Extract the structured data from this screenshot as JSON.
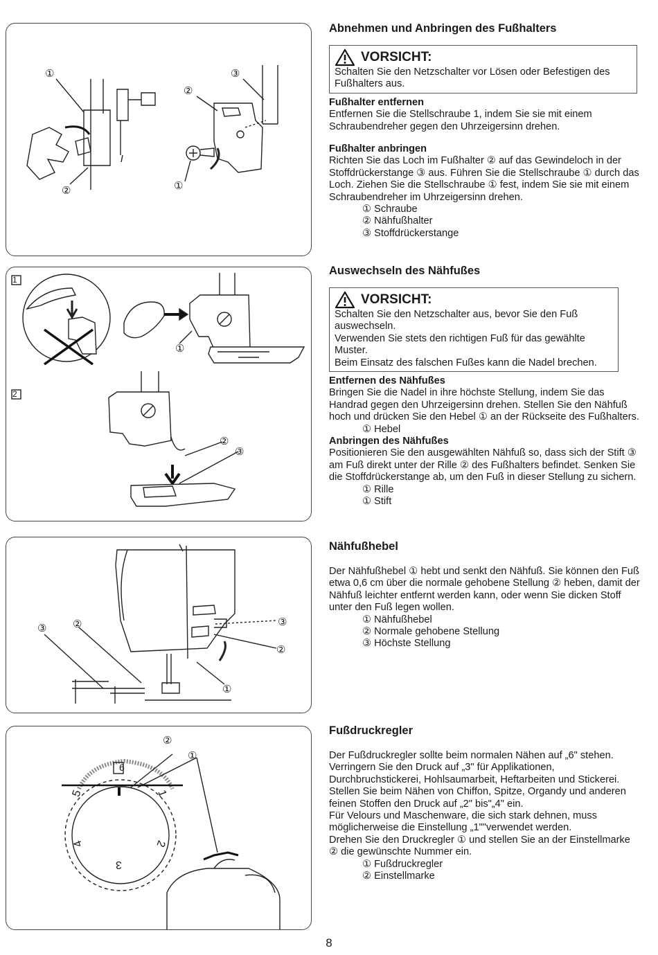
{
  "sections": [
    {
      "title": "Abnehmen und Anbringen des Fußhalters",
      "caution": {
        "label": "VORSICHT:",
        "text": "Schalten Sie den Netzschalter vor Lösen oder Befestigen des Fußhalters aus."
      },
      "blocks": [
        {
          "heading": "Fußhalter entfernen",
          "text": "Entfernen Sie die Stellschraube 1, indem Sie sie mit einem Schraubendreher gegen den Uhrzeigersinn drehen."
        },
        {
          "heading": "Fußhalter anbringen",
          "text": "Richten Sie das Loch im Fußhalter ② auf das Gewindeloch in der Stoffdrückerstange ③ aus. Führen Sie die Stellschraube ① durch das Loch. Ziehen Sie die Stellschraube ① fest, indem Sie sie mit einem Schraubendreher im Uhrzeigersinn drehen."
        }
      ],
      "items": [
        "① Schraube",
        "② Nähfußhalter",
        "③ Stoffdrückerstange"
      ]
    },
    {
      "title": "Auswechseln des Nähfußes",
      "caution": {
        "label": "VORSICHT:",
        "lines": [
          "Schalten Sie den Netzschalter aus, bevor Sie den Fuß auswechseln.",
          "Verwenden Sie stets den richtigen Fuß für das gewählte Muster.",
          "Beim Einsatz des falschen Fußes kann die Nadel brechen."
        ]
      },
      "blocks": [
        {
          "heading": "Entfernen des Nähfußes",
          "text": "Bringen Sie die Nadel in ihre höchste Stellung, indem Sie das Handrad gegen den Uhrzeigersinn drehen. Stellen Sie den Nähfuß hoch und drücken Sie den Hebel ① an der Rückseite des Fußhalters.",
          "items": [
            "① Hebel"
          ]
        },
        {
          "heading": "Anbringen des Nähfußes",
          "text": "Positionieren Sie den ausgewählten Nähfuß so, dass sich der Stift ③ am Fuß direkt unter der Rille ② des Fußhalters befindet. Senken Sie die Stoffdrückerstange ab, um den Fuß in dieser Stellung zu sichern.",
          "items": [
            "① Rille",
            "① Stift"
          ]
        }
      ]
    },
    {
      "title": "Nähfußhebel",
      "text": "Der Nähfußhebel ① hebt und senkt den Nähfuß. Sie können den Fuß etwa 0,6 cm über die normale gehobene Stellung ② heben, damit der Nähfuß leichter entfernt werden kann, oder wenn Sie dicken Stoff unter den Fuß legen wollen.",
      "items": [
        "① Nähfußhebel",
        "② Normale gehobene Stellung",
        "③ Höchste Stellung"
      ]
    },
    {
      "title": "Fußdruckregler",
      "lines": [
        "Der Fußdruckregler sollte beim normalen Nähen auf „6\" stehen.",
        "Verringern Sie den Druck auf „3\" für Applikationen, Durchbruchstickerei, Hohlsaumarbeit, Heftarbeiten und Stickerei.",
        "Stellen Sie beim Nähen von Chiffon, Spitze, Organdy und anderen feinen Stoffen den Druck auf „2\" bis\"„4\" ein.",
        "Für Velours und Maschenware, die sich stark dehnen, muss möglicherweise die Einstellung „1\"\"verwendet werden.",
        "Drehen Sie den Druckregler ① und stellen Sie an der Einstellmarke ② die gewünschte Nummer ein."
      ],
      "items": [
        "① Fußdruckregler",
        "② Einstellmarke"
      ]
    }
  ],
  "figures": {
    "fig1": {
      "callouts": [
        "①",
        "②",
        "③",
        "②",
        "①"
      ]
    },
    "fig2": {
      "steps": [
        "1",
        "2"
      ],
      "callouts": [
        "①",
        "②",
        "③"
      ]
    },
    "fig3": {
      "callouts": [
        "③",
        "②",
        "③",
        "②",
        "①"
      ]
    },
    "fig4": {
      "dial_numbers": [
        "6",
        "5",
        "1",
        "4",
        "2",
        "3"
      ],
      "callouts": [
        "②",
        "①"
      ]
    }
  },
  "page_number": "8"
}
